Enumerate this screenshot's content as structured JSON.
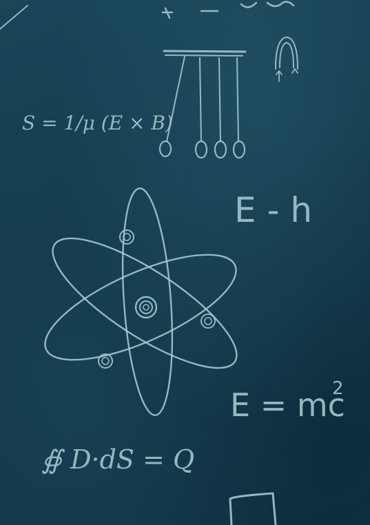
{
  "image": {
    "subject": "chalkboard",
    "background_color": "#133a4c",
    "chalk_color": "#a9c9cf"
  },
  "formulas": {
    "poynting": "S = 1/μ (E × B)",
    "planck": "E - h",
    "einstein_lhs": "E = mc",
    "einstein_exp": "2",
    "gauss": "∯ D·dS = Q"
  }
}
